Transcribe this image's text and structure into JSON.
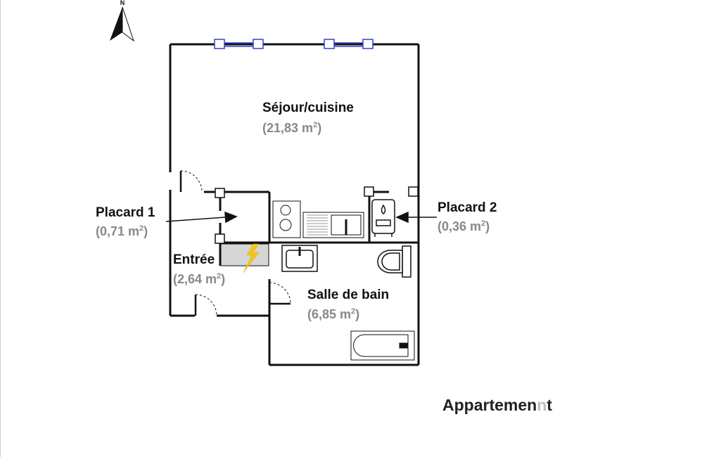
{
  "plan": {
    "north_marker": "N",
    "rooms": [
      {
        "id": "sejour",
        "name": "Séjour/cuisine",
        "area": "21,83 m",
        "unit_sup": "2"
      },
      {
        "id": "placard1",
        "name": "Placard 1",
        "area": "0,71 m",
        "unit_sup": "2"
      },
      {
        "id": "placard2",
        "name": "Placard 2",
        "area": "0,36 m",
        "unit_sup": "2"
      },
      {
        "id": "entree",
        "name": "Entrée",
        "area": "2,64 m",
        "unit_sup": "2"
      },
      {
        "id": "sdb",
        "name": "Salle de bain",
        "area": "6,85 m",
        "unit_sup": "2"
      }
    ],
    "caption_main": "Appartemen",
    "caption_faded_n": "n",
    "caption_end": "t",
    "icons": [
      "north-arrow-icon",
      "window-icon",
      "door-icon",
      "stove-icon",
      "sink-icon",
      "water-heater-icon",
      "washbasin-icon",
      "toilet-icon",
      "bathtub-icon",
      "electric-panel-icon"
    ],
    "colors": {
      "wall": "#111111",
      "window": "#3344cc",
      "area_text": "#888888",
      "panel_fill": "#d6d6d6",
      "lightning": "#f5c518"
    }
  }
}
